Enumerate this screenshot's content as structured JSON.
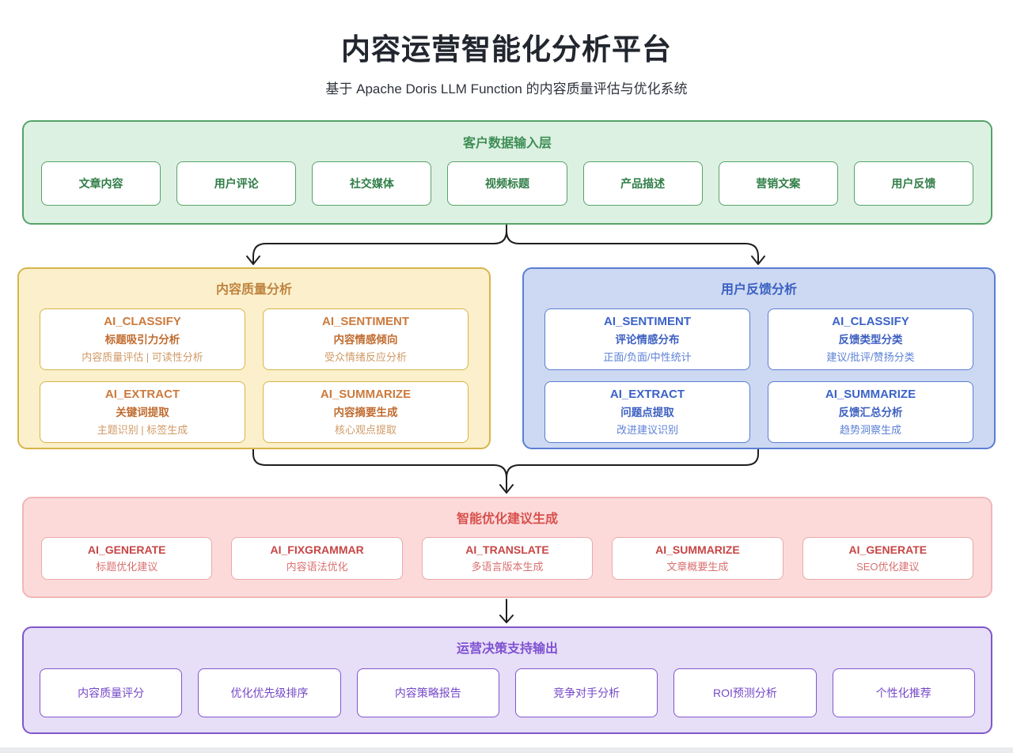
{
  "page": {
    "title": "内容运营智能化分析平台",
    "subtitle": "基于 Apache Doris LLM Function 的内容质量评估与优化系统"
  },
  "input_layer": {
    "title": "客户数据输入层",
    "items": [
      "文章内容",
      "用户评论",
      "社交媒体",
      "视频标题",
      "产品描述",
      "营销文案",
      "用户反馈"
    ]
  },
  "content_quality": {
    "title": "内容质量分析",
    "cards": [
      {
        "fn": "AI_CLASSIFY",
        "name": "标题吸引力分析",
        "desc": "内容质量评估 | 可读性分析"
      },
      {
        "fn": "AI_SENTIMENT",
        "name": "内容情感倾向",
        "desc": "受众情绪反应分析"
      },
      {
        "fn": "AI_EXTRACT",
        "name": "关键词提取",
        "desc": "主题识别 | 标签生成"
      },
      {
        "fn": "AI_SUMMARIZE",
        "name": "内容摘要生成",
        "desc": "核心观点提取"
      }
    ]
  },
  "user_feedback": {
    "title": "用户反馈分析",
    "cards": [
      {
        "fn": "AI_SENTIMENT",
        "name": "评论情感分布",
        "desc": "正面/负面/中性统计"
      },
      {
        "fn": "AI_CLASSIFY",
        "name": "反馈类型分类",
        "desc": "建议/批评/赞扬分类"
      },
      {
        "fn": "AI_EXTRACT",
        "name": "问题点提取",
        "desc": "改进建议识别"
      },
      {
        "fn": "AI_SUMMARIZE",
        "name": "反馈汇总分析",
        "desc": "趋势洞察生成"
      }
    ]
  },
  "optimization": {
    "title": "智能优化建议生成",
    "cards": [
      {
        "fn": "AI_GENERATE",
        "name": "标题优化建议"
      },
      {
        "fn": "AI_FIXGRAMMAR",
        "name": "内容语法优化"
      },
      {
        "fn": "AI_TRANSLATE",
        "name": "多语言版本生成"
      },
      {
        "fn": "AI_SUMMARIZE",
        "name": "文章概要生成"
      },
      {
        "fn": "AI_GENERATE",
        "name": "SEO优化建议"
      }
    ]
  },
  "decision_output": {
    "title": "运营决策支持输出",
    "items": [
      "内容质量评分",
      "优化优先级排序",
      "内容策略报告",
      "竞争对手分析",
      "ROI预测分析",
      "个性化推荐"
    ]
  },
  "colors": {
    "input_green": {
      "bg": "#ddf1e3",
      "border": "#55a368",
      "text": "#3e8e55"
    },
    "quality_yellow": {
      "bg": "#fbf0cb",
      "border": "#d6b54a",
      "text": "#bf8442"
    },
    "feedback_blue": {
      "bg": "#cdd8f2",
      "border": "#5b7ed2",
      "text": "#3a60c2"
    },
    "optimize_red": {
      "bg": "#fcdada",
      "border": "#f2b6b6",
      "text": "#d8504c"
    },
    "output_purple": {
      "bg": "#e7def7",
      "border": "#7f57cb",
      "text": "#7e51d1"
    },
    "arrow": "#1f1f1f"
  }
}
